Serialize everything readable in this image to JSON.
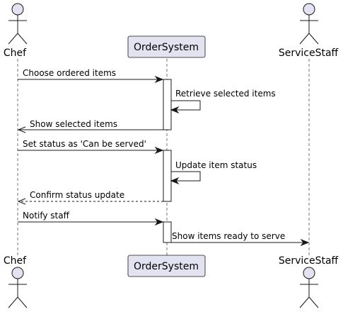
{
  "participants": {
    "chef": "Chef",
    "order_system": "OrderSystem",
    "service_staff": "ServiceStaff"
  },
  "messages": [
    {
      "from": "chef",
      "to": "order_system",
      "label": "Choose ordered items",
      "style": "solid"
    },
    {
      "from": "order_system",
      "to": "order_system",
      "label": "Retrieve selected items",
      "style": "solid"
    },
    {
      "from": "order_system",
      "to": "chef",
      "label": "Show selected items",
      "style": "solid"
    },
    {
      "from": "chef",
      "to": "order_system",
      "label": "Set status as 'Can be served'",
      "style": "solid"
    },
    {
      "from": "order_system",
      "to": "order_system",
      "label": "Update item status",
      "style": "solid"
    },
    {
      "from": "order_system",
      "to": "chef",
      "label": "Confirm status update",
      "style": "dashed"
    },
    {
      "from": "chef",
      "to": "order_system",
      "label": "Notify staff",
      "style": "solid"
    },
    {
      "from": "order_system",
      "to": "service_staff",
      "label": "Show items ready to serve",
      "style": "solid"
    }
  ],
  "colors": {
    "participant_fill": "#E2E2F0",
    "line": "#181818"
  }
}
